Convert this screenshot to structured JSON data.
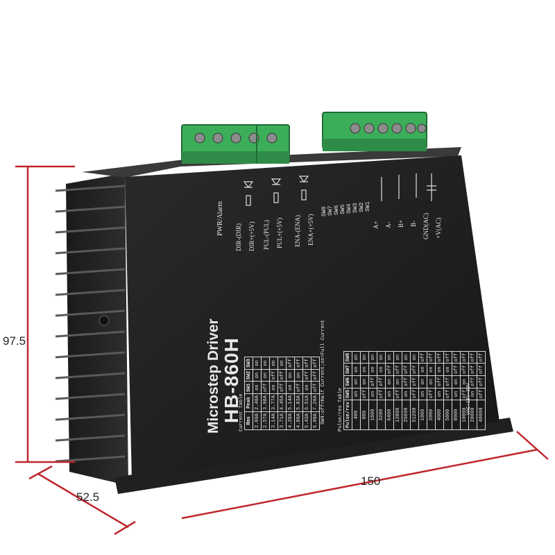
{
  "dimensions": {
    "height": "97.5",
    "width": "150",
    "depth": "52.5"
  },
  "colors": {
    "dimension_line": "#c0262b",
    "body": "#1e1e1f",
    "terminal": "#3cae5a"
  },
  "driver": {
    "title": "Microstep Driver",
    "model": "HB-860H",
    "status_label": "PWR/Alarm",
    "signal_pins": [
      "DIR-(DIR)",
      "DIR+(+5V)",
      "PUL-(PUL)",
      "PUL+(+5V)",
      "ENA-(ENA)",
      "ENA+(+5V)"
    ],
    "switches": [
      "SW8",
      "SW7",
      "SW6",
      "SW5",
      "SW4",
      "SW3",
      "SW2",
      "SW1"
    ],
    "motor_pins": [
      "A+",
      "A-",
      "B+",
      "B-",
      "GND(AC)",
      "+V(AC)"
    ]
  },
  "current_table": {
    "title": "Current Table",
    "headers": [
      "Rms",
      "Peak",
      "SW1",
      "SW2",
      "SW3"
    ],
    "rows": [
      [
        "2.00A",
        "2.40A",
        "on",
        "on",
        "on"
      ],
      [
        "2.57A",
        "3.08A",
        "off",
        "on",
        "on"
      ],
      [
        "3.14A",
        "3.77A",
        "on",
        "off",
        "on"
      ],
      [
        "3.71A",
        "4.45A",
        "off",
        "off",
        "on"
      ],
      [
        "4.28A",
        "5.14A",
        "on",
        "on",
        "off"
      ],
      [
        "4.86A",
        "5.83A",
        "off",
        "on",
        "off"
      ],
      [
        "5.43A",
        "6.51A",
        "on",
        "off",
        "off"
      ],
      [
        "6.00A",
        "7.20A",
        "off",
        "off",
        "off"
      ]
    ],
    "note": "SW4:off=Half Current;on=Full Current"
  },
  "pulse_table": {
    "title": "Pulse/rev Table",
    "headers": [
      "Pulse/rev",
      "SW5",
      "SW6",
      "SW7",
      "SW8"
    ],
    "rows": [
      [
        "400",
        "on",
        "on",
        "on",
        "on"
      ],
      [
        "800",
        "off",
        "on",
        "on",
        "on"
      ],
      [
        "1600",
        "on",
        "off",
        "on",
        "on"
      ],
      [
        "3200",
        "off",
        "off",
        "on",
        "on"
      ],
      [
        "6400",
        "on",
        "on",
        "off",
        "on"
      ],
      [
        "12800",
        "off",
        "on",
        "off",
        "on"
      ],
      [
        "25600",
        "on",
        "off",
        "off",
        "on"
      ],
      [
        "51200",
        "off",
        "off",
        "off",
        "on"
      ],
      [
        "1000",
        "on",
        "on",
        "on",
        "off"
      ],
      [
        "2000",
        "off",
        "on",
        "on",
        "off"
      ],
      [
        "4000",
        "on",
        "off",
        "on",
        "off"
      ],
      [
        "5000",
        "off",
        "off",
        "on",
        "off"
      ],
      [
        "8000",
        "on",
        "on",
        "off",
        "off"
      ],
      [
        "10000",
        "off",
        "on",
        "off",
        "off"
      ],
      [
        "20000",
        "on",
        "off",
        "off",
        "off"
      ],
      [
        "40000",
        "off",
        "off",
        "off",
        "off"
      ]
    ],
    "note": "VAC:18V~80V"
  }
}
